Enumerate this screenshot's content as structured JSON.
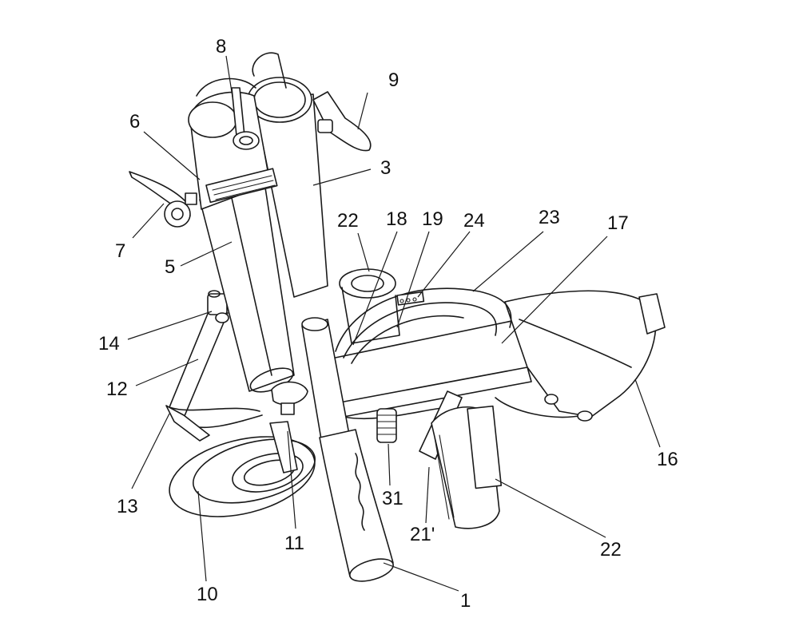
{
  "labels": {
    "l1": "1",
    "l3": "3",
    "l5": "5",
    "l6": "6",
    "l7": "7",
    "l8": "8",
    "l9": "9",
    "l10": "10",
    "l11": "11",
    "l12": "12",
    "l13": "13",
    "l14": "14",
    "l16": "16",
    "l17": "17",
    "l18": "18",
    "l19": "19",
    "l21p": "21'",
    "l22a": "22",
    "l22b": "22",
    "l23": "23",
    "l24": "24",
    "l31": "31"
  }
}
